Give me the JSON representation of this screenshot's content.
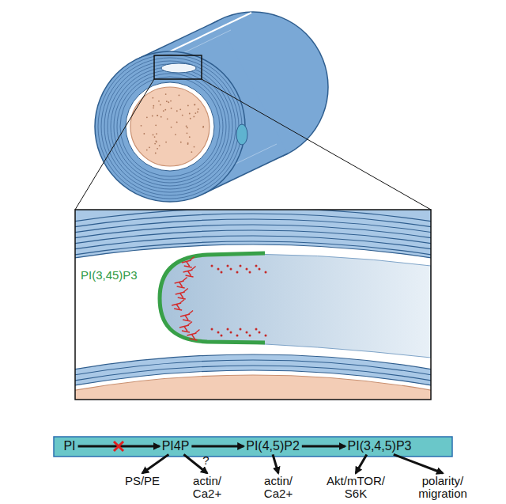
{
  "diagram": {
    "nodes": [
      {
        "text": [
          "PI"
        ]
      },
      {
        "text": [
          "PI4P"
        ]
      },
      {
        "text": [
          "PI(4,5)P2"
        ]
      },
      {
        "text": [
          "PI(3,4,5)P3"
        ]
      },
      {
        "text": [
          "PS/PE"
        ]
      },
      {
        "text": [
          "actin/ Ca2+"
        ]
      },
      {
        "text": [
          "actin/ Ca2+"
        ]
      },
      {
        "text": [
          "Akt/mTOR/ S6K"
        ]
      },
      {
        "text": [
          "polarity/ migration"
        ]
      }
    ],
    "edges": [
      {
        "from": 0,
        "to": 1,
        "arrow": "to"
      },
      {
        "from": 1,
        "to": 2,
        "arrow": "to"
      },
      {
        "from": 2,
        "to": 3,
        "arrow": "to"
      },
      {
        "from": 1,
        "to": 4,
        "arrow": "to"
      },
      {
        "from": 1,
        "to": 5,
        "arrow": "to",
        "label": "?"
      },
      {
        "from": 2,
        "to": 6,
        "arrow": "to"
      },
      {
        "from": 3,
        "to": 7,
        "arrow": "to"
      },
      {
        "from": 3,
        "to": 8,
        "arrow": "to"
      }
    ],
    "labels": [
      "PI(3,45)P3"
    ]
  }
}
